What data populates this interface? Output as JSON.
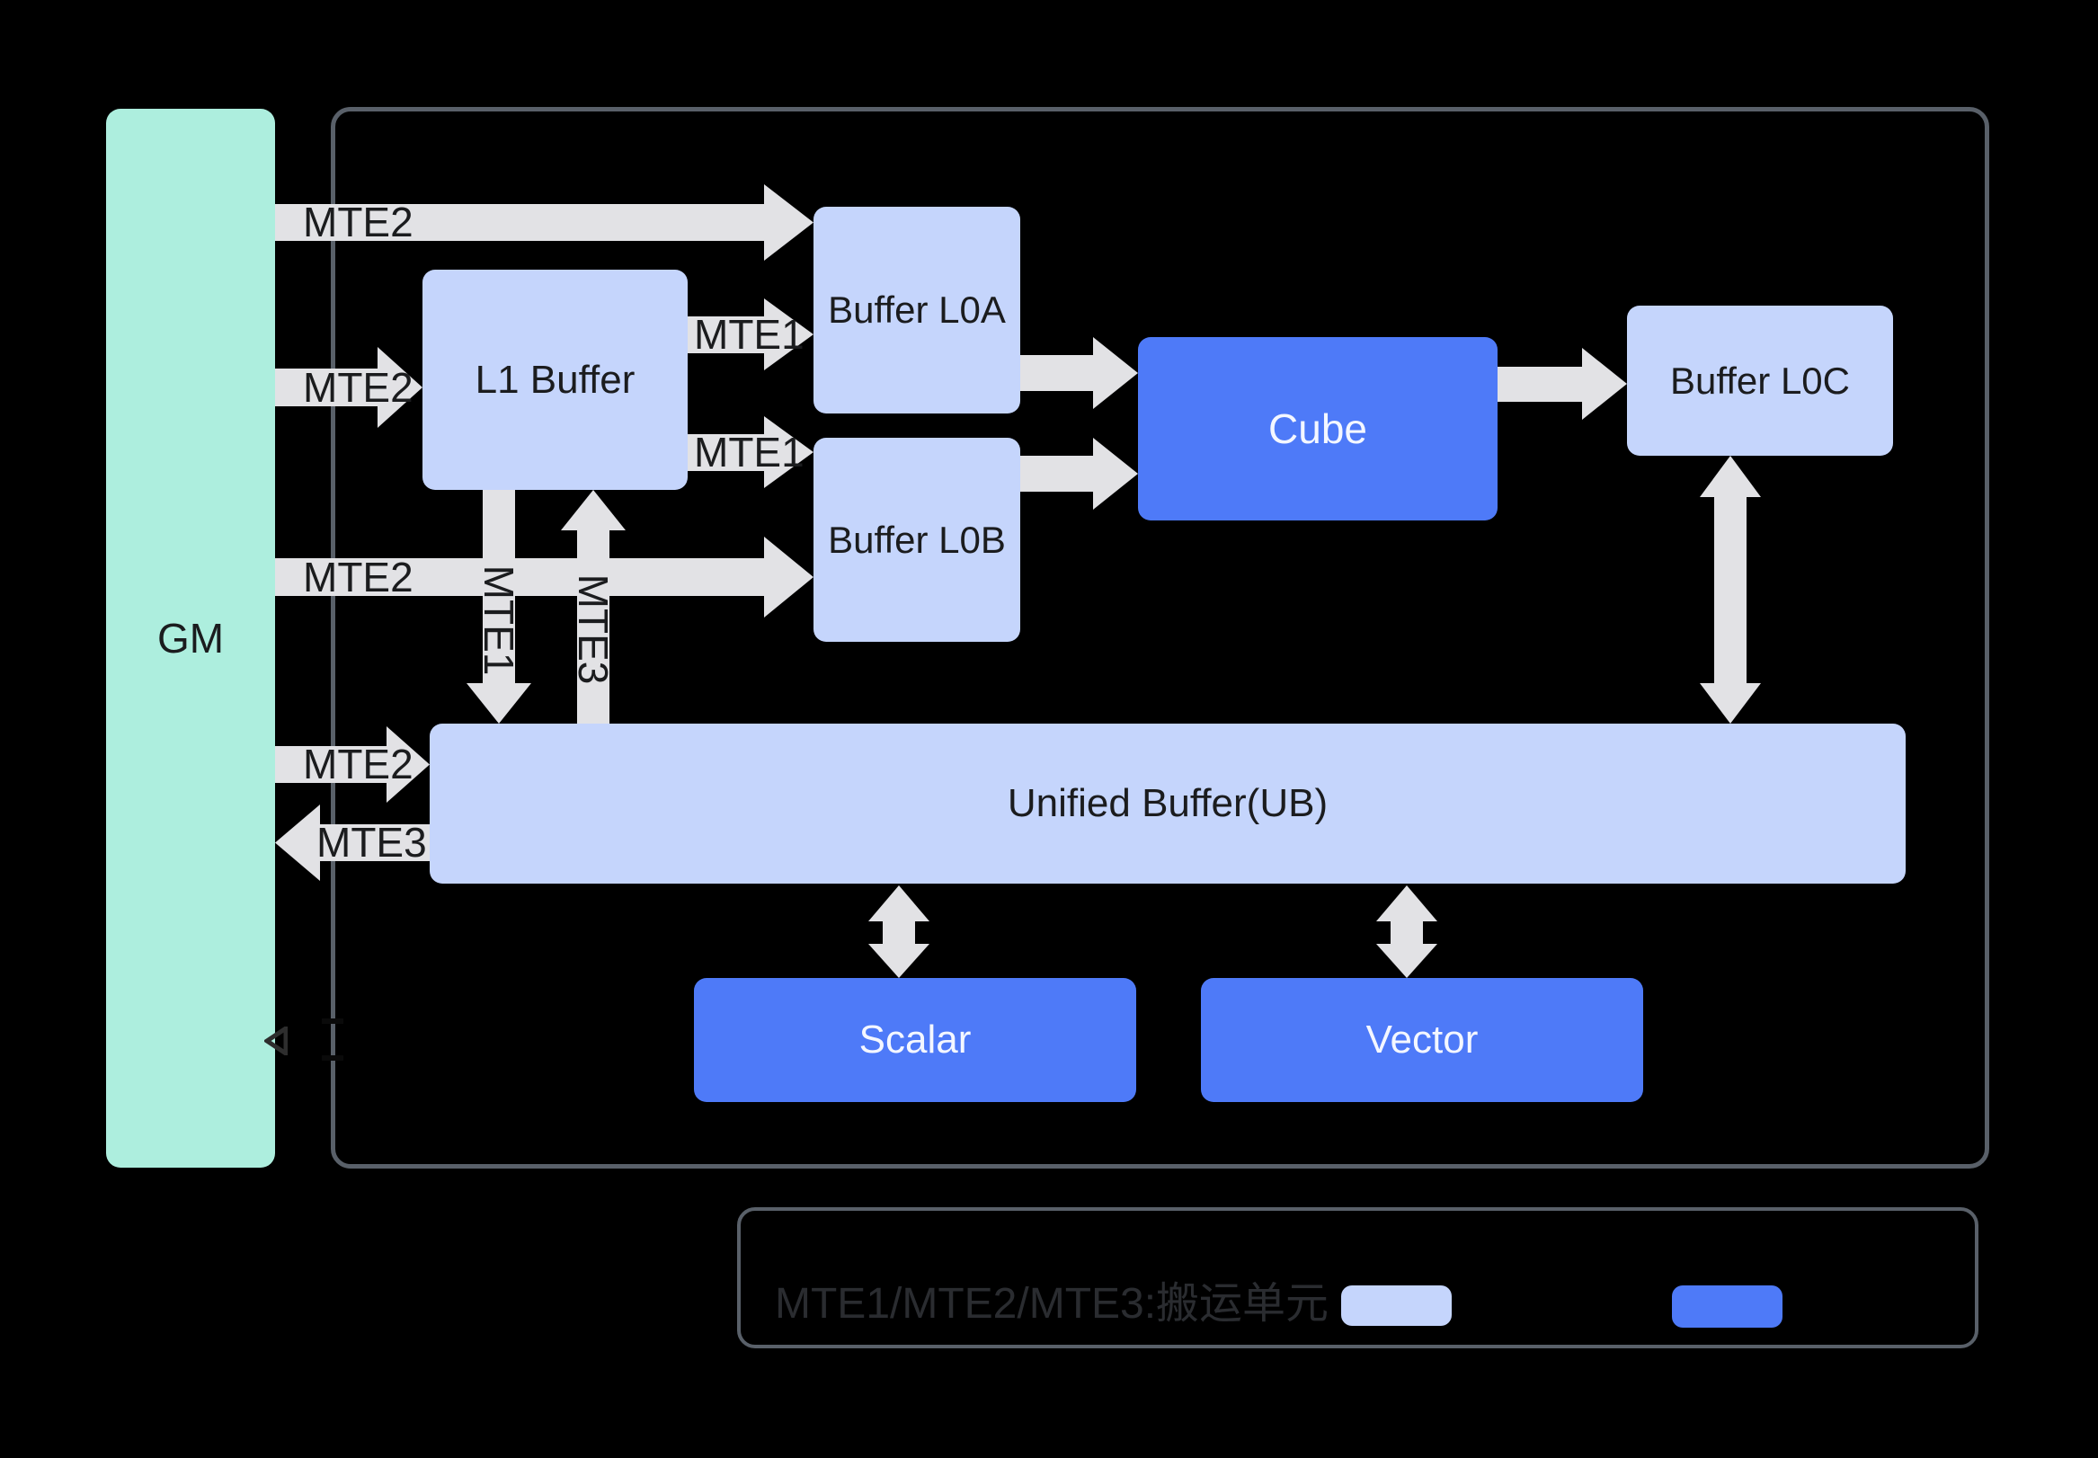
{
  "gm": {
    "label": "GM"
  },
  "blocks": {
    "l1_buffer": "L1 Buffer",
    "buffer_l0a": "Buffer L0A",
    "buffer_l0b": "Buffer L0B",
    "cube": "Cube",
    "buffer_l0c": "Buffer L0C",
    "unified_buffer": "Unified Buffer(UB)",
    "scalar": "Scalar",
    "vector": "Vector"
  },
  "arrows": {
    "mte2_gm_to_l0a": "MTE2",
    "mte2_gm_to_l1": "MTE2",
    "mte2_gm_to_l0b": "MTE2",
    "mte2_gm_to_ub": "MTE2",
    "mte3_ub_to_gm": "MTE3",
    "mte1_l1_to_l0a": "MTE1",
    "mte1_l1_to_l0b": "MTE1",
    "mte1_l1_to_ub": "MTE1",
    "mte3_ub_to_l1": "MTE3"
  },
  "legend": {
    "caption": "MTE1/MTE2/MTE3:搬运单元",
    "light_swatch_color": "#c5d5fc",
    "dark_swatch_color": "#4e7af8"
  },
  "colors": {
    "background": "#000000",
    "gm_fill": "#adeede",
    "light_block_fill": "#c5d5fc",
    "dark_block_fill": "#4e7af8",
    "arrow_fill": "#e2e2e5",
    "frame_border": "#596069"
  }
}
